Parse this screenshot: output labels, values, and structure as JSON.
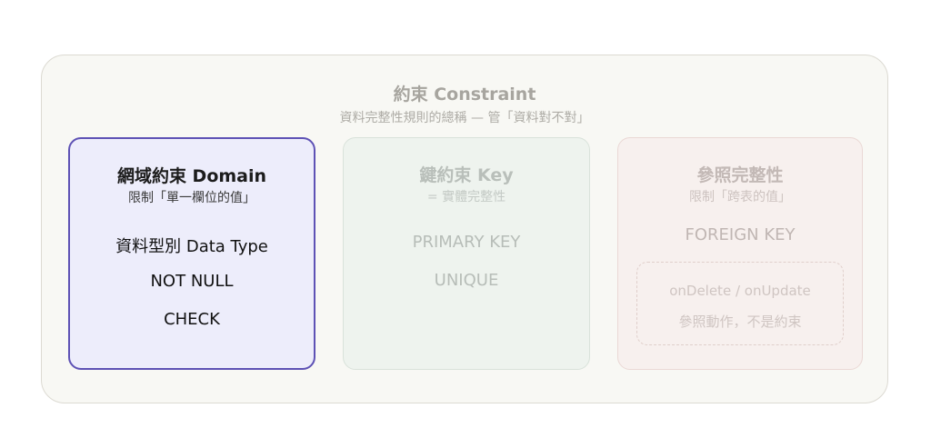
{
  "constraint": {
    "title": "約束 Constraint",
    "subtitle": "資料完整性規則的總稱 — 管「資料對不對」"
  },
  "panels": {
    "domain": {
      "title": "網域約束 Domain",
      "subtitle": "限制「單一欄位的值」",
      "items": [
        "資料型別 Data Type",
        "NOT NULL",
        "CHECK"
      ]
    },
    "key": {
      "title": "鍵約束 Key",
      "subtitle": "= 實體完整性",
      "items": [
        "PRIMARY KEY",
        "UNIQUE"
      ]
    },
    "referential": {
      "title": "參照完整性",
      "subtitle": "限制「跨表的值」",
      "items": [
        "FOREIGN KEY"
      ],
      "note": {
        "line1": "onDelete / onUpdate",
        "line2": "參照動作，不是約束"
      }
    }
  },
  "colors": {
    "highlight_border": "#5e52b5",
    "highlight_fill": "#ededfb",
    "key_fill": "#eef3ee",
    "referential_fill": "#f7f0ee",
    "container_fill": "#f8f8f4"
  }
}
